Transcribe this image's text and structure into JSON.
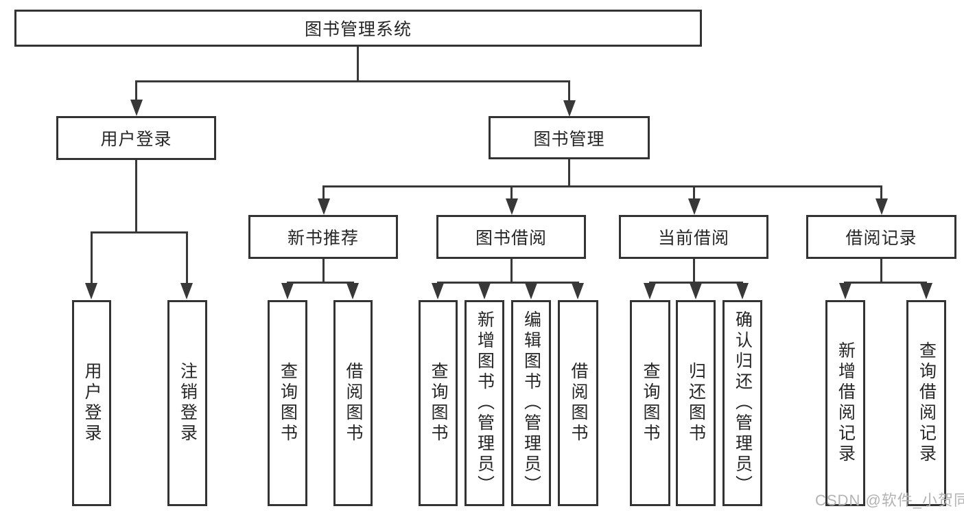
{
  "diagram": {
    "title_node": "图书管理系统",
    "level2": {
      "user_login": "用户登录",
      "book_management": "图书管理"
    },
    "level3": {
      "new_book_recommend": "新书推荐",
      "book_borrow": "图书借阅",
      "current_borrow": "当前借阅",
      "borrow_records": "借阅记录"
    },
    "leaves": {
      "user_login_children": [
        "用户登录",
        "注销登录"
      ],
      "new_book_recommend_children": [
        "查询图书",
        "借阅图书"
      ],
      "book_borrow_children": [
        "查询图书",
        "新增图书（管理员）",
        "编辑图书（管理员）",
        "借阅图书"
      ],
      "current_borrow_children": [
        "查询图书",
        "归还图书",
        "确认归还（管理员）"
      ],
      "borrow_records_children": [
        "新增借阅记录",
        "查询借阅记录"
      ]
    },
    "colors": {
      "line": "#383838",
      "border": "#333333",
      "text": "#262626",
      "watermark": "#b3b3b3",
      "background": "#ffffff"
    }
  },
  "watermark": {
    "text": "CSDN @软件_小贺同学"
  }
}
